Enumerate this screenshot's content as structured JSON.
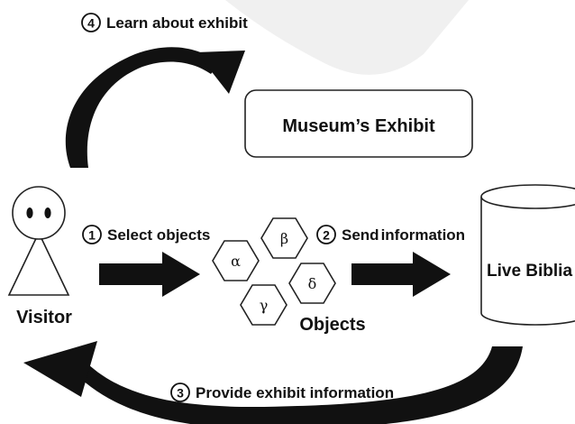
{
  "steps": {
    "learn": {
      "num": "4",
      "label": "Learn about exhibit"
    },
    "select": {
      "num": "1",
      "label": "Select objects"
    },
    "send": {
      "num": "2",
      "label": "Send",
      "label2": "information"
    },
    "provide": {
      "num": "3",
      "label": "Provide exhibit information"
    }
  },
  "museum": {
    "label": "Museum’s Exhibit"
  },
  "visitor": {
    "label": "Visitor"
  },
  "objects": {
    "label": "Objects",
    "symbols": [
      "α",
      "β",
      "γ",
      "δ"
    ]
  },
  "database": {
    "label": "Live Biblia"
  },
  "colors": {
    "ink": "#111111",
    "watermark": "#eeeeee",
    "background": "#ffffff"
  }
}
